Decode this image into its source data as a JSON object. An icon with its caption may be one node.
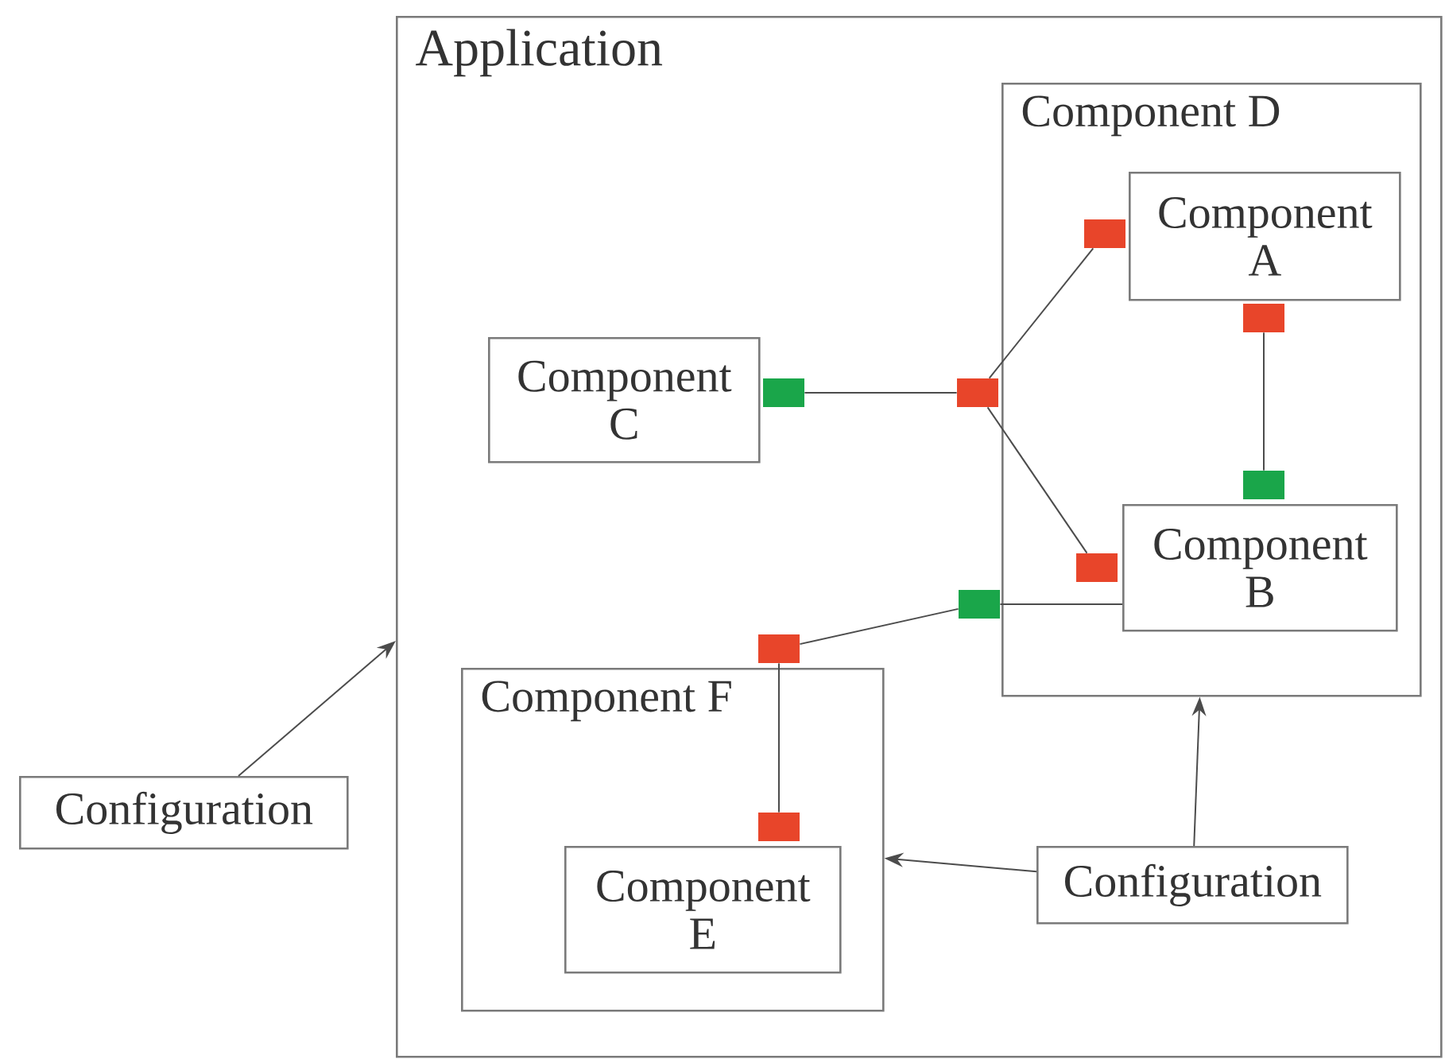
{
  "diagram": {
    "nodes": [
      {
        "text": [
          "Application"
        ]
      },
      {
        "text": [
          "Component D"
        ],
        "in": 0
      },
      {
        "text": [
          "Component A"
        ],
        "in": 1
      },
      {
        "text": [
          "Component B"
        ],
        "in": 1
      },
      {
        "text": [
          "Component C"
        ],
        "in": 0
      },
      {
        "text": [
          "Component F"
        ],
        "in": 0
      },
      {
        "text": [
          "Component E"
        ],
        "in": 5
      },
      {
        "text": [
          "Configuration"
        ],
        "in": 0
      },
      {
        "text": [
          "Configuration"
        ]
      },
      {
        "text": [],
        "shape": "box",
        "in": 1
      },
      {
        "text": [],
        "shape": "box",
        "in": 1
      },
      {
        "text": [],
        "shape": "box",
        "in": 0
      },
      {
        "text": [],
        "shape": "box",
        "in": 0
      },
      {
        "text": [],
        "shape": "box",
        "in": 1
      },
      {
        "text": [],
        "shape": "box",
        "in": 1
      },
      {
        "text": [],
        "shape": "box",
        "in": 0
      },
      {
        "text": [],
        "shape": "box",
        "in": 0
      },
      {
        "text": [],
        "shape": "box",
        "in": 5
      }
    ],
    "edges": [
      {
        "from": 11,
        "to": 12,
        "arrow": "none"
      },
      {
        "from": 12,
        "to": 9,
        "arrow": "none"
      },
      {
        "from": 12,
        "to": 14,
        "arrow": "none"
      },
      {
        "from": 10,
        "to": 13,
        "arrow": "none"
      },
      {
        "from": 15,
        "to": 3,
        "arrow": "none"
      },
      {
        "from": 15,
        "to": 16,
        "arrow": "none"
      },
      {
        "from": 16,
        "to": 17,
        "arrow": "none"
      },
      {
        "from": 8,
        "to": 0,
        "arrow": "to"
      },
      {
        "from": 7,
        "to": 5,
        "arrow": "to"
      },
      {
        "from": 7,
        "to": 1,
        "arrow": "to"
      }
    ]
  }
}
